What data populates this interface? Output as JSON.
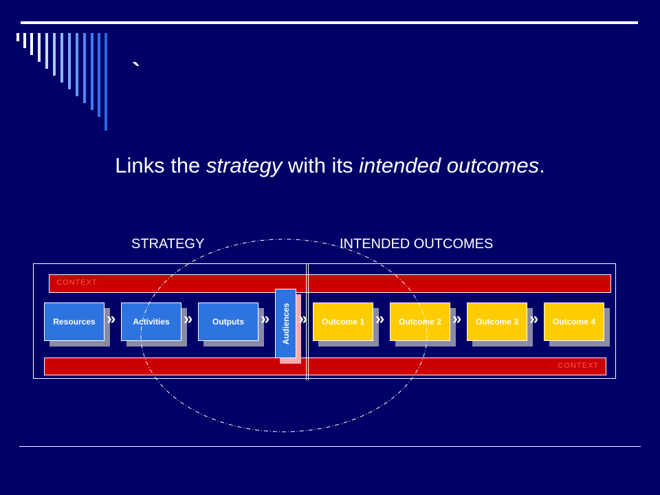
{
  "slide": {
    "title_mark": "`",
    "subtitle": {
      "part1": "Links the ",
      "em1": "strategy",
      "part2": " with its ",
      "em2": "intended outcomes",
      "part3": "."
    }
  },
  "diagram": {
    "strategy_label": "STRATEGY",
    "outcomes_label": "INTENDED OUTCOMES",
    "context_top": "CONTEXT",
    "context_bottom": "CONTEXT",
    "steps": [
      "Resources",
      "Activities",
      "Outputs"
    ],
    "audiences": "Audiences",
    "outcomes": [
      "Outcome 1",
      "Outcome 2",
      "Outcome 3",
      "Outcome 4"
    ],
    "arrow_glyph": "»"
  },
  "colors": {
    "background": "#000066",
    "strategy_box": "#2e74e0",
    "outcome_box": "#ffcc00",
    "context_band": "#cc0000"
  }
}
